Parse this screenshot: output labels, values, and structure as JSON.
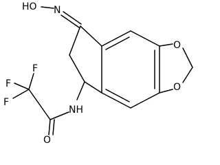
{
  "diagram": {
    "type": "chemical-structure",
    "atom_labels": {
      "oxime_group": "HO",
      "oxime_nitrogen": "N",
      "dioxole_oxygen_top": "O",
      "dioxole_oxygen_bottom": "O",
      "fluorine_1": "F",
      "fluorine_2": "F",
      "fluorine_3": "F",
      "amide_nitrogen": "NH",
      "carbonyl_oxygen": "O"
    },
    "colors": {
      "bonds": "#000000",
      "labels": "#000000",
      "background": "#ffffff"
    }
  }
}
